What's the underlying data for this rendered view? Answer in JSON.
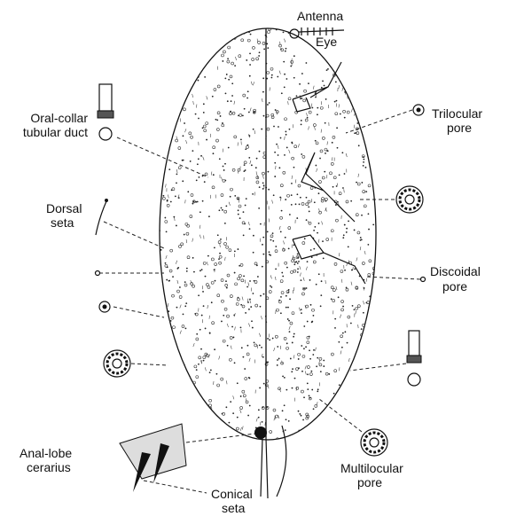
{
  "labels": {
    "antenna": "Antenna",
    "eye": "Eye",
    "oral_collar_1": "Oral-collar",
    "oral_collar_2": "tubular duct",
    "trilocular_1": "Trilocular",
    "trilocular_2": "pore",
    "dorsal_1": "Dorsal",
    "dorsal_2": "seta",
    "discoidal_1": "Discoidal",
    "discoidal_2": "pore",
    "anal_1": "Anal-lobe",
    "anal_2": "cerarius",
    "multilocular_1": "Multilocular",
    "multilocular_2": "pore",
    "conical_1": "Conical",
    "conical_2": "seta"
  },
  "colors": {
    "ink": "#111111",
    "background": "#ffffff"
  }
}
